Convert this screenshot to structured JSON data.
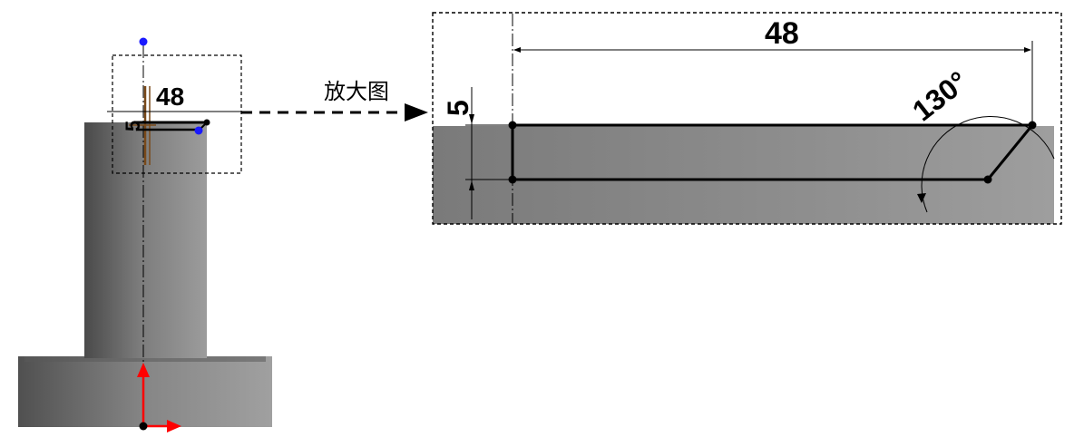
{
  "callout_label": "放大图",
  "overview": {
    "dim_length": "48",
    "dim_height": "5"
  },
  "detail": {
    "dim_length": "48",
    "dim_height": "5",
    "dim_angle": "130°"
  },
  "colors": {
    "part_dark": "#4a4a4a",
    "part_light": "#9a9a9a",
    "sketch_line": "#000000",
    "axis_red": "#ff0000",
    "handle_blue": "#1a1aff",
    "construction_brown": "#7a4a1a"
  }
}
